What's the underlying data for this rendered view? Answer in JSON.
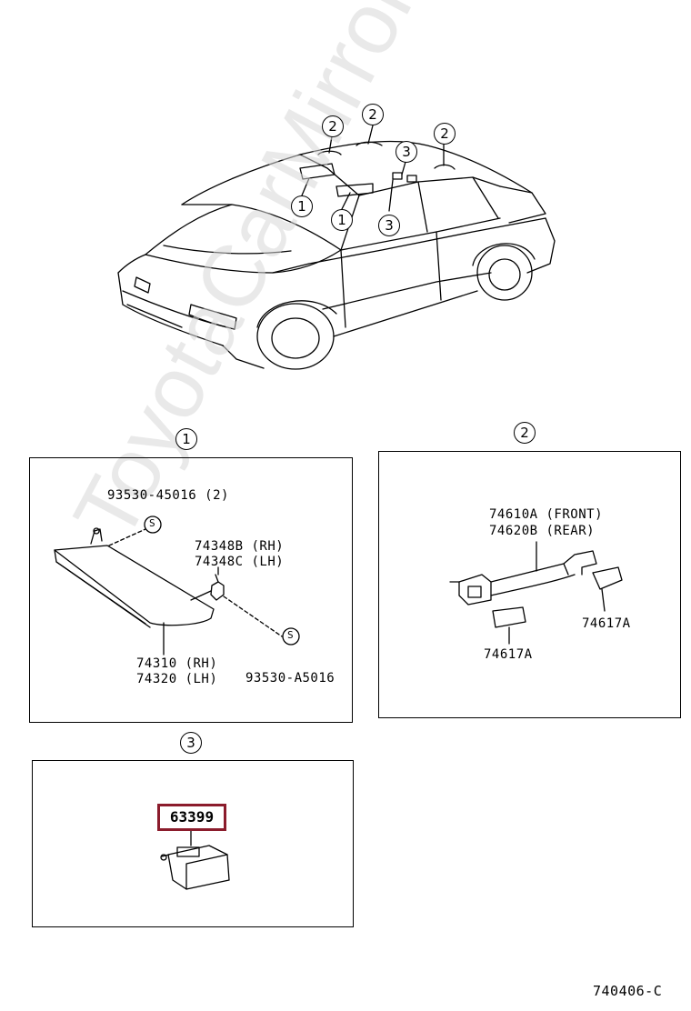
{
  "watermark": "ToyotaCarMirrors.ru",
  "diagram_code": "740406-C",
  "callouts": {
    "one": "1",
    "two": "2",
    "three": "3"
  },
  "panel1": {
    "part_a": "93530-45016 (2)",
    "part_b_rh": "74348B (RH)",
    "part_b_lh": "74348C (LH)",
    "part_c_rh": "74310 (RH)",
    "part_c_lh": "74320 (LH)",
    "part_d": "93530-A5016",
    "screw_symbol": "S"
  },
  "panel2": {
    "grip_front": "74610A (FRONT)",
    "grip_rear": "74620B (REAR)",
    "cover_a": "74617A",
    "cover_b": "74617A"
  },
  "panel3": {
    "highlighted_part": "63399"
  }
}
